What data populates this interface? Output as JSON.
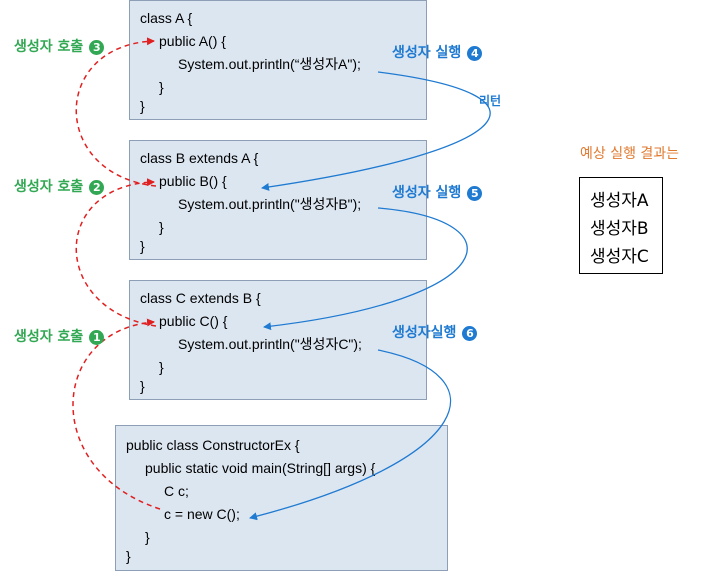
{
  "class_a": {
    "lines": [
      "class  A {",
      "public A() {",
      "System.out.println(“생성자A\");",
      "}",
      "}"
    ]
  },
  "class_b": {
    "lines": [
      "class  B extends A {",
      "public B() {",
      "System.out.println(\"생성자B\");",
      "}",
      "}"
    ]
  },
  "class_c": {
    "lines": [
      "class  C extends B {",
      "public C() {",
      "System.out.println(\"생성자C\");",
      "}",
      "}"
    ]
  },
  "main_class": {
    "lines": [
      "public class ConstructorEx {",
      "public static void main(String[] args) {",
      "C c;",
      "c = new C();",
      "}",
      "}"
    ]
  },
  "labels": {
    "call_3": {
      "text": "생성자 호출",
      "num": "3"
    },
    "call_2": {
      "text": "생성자 호출",
      "num": "2"
    },
    "call_1": {
      "text": "생성자 호출",
      "num": "1"
    },
    "exec_4": {
      "text": "생성자 실행",
      "num": "4"
    },
    "exec_5": {
      "text": "생성자 실행",
      "num": "5"
    },
    "exec_6": {
      "text": "생성자실행",
      "num": "6"
    },
    "return": "리턴"
  },
  "expected": {
    "title": "예상 실행 결과는",
    "results": [
      "생성자A",
      "생성자B",
      "생성자C"
    ]
  },
  "colors": {
    "box_fill": "#dce6f1",
    "call_arrow": "#e02020",
    "exec_arrow": "#1f7ad1",
    "call_label": "#33a854",
    "exec_label": "#1f7ad1",
    "expected_title": "#e07a2f"
  }
}
